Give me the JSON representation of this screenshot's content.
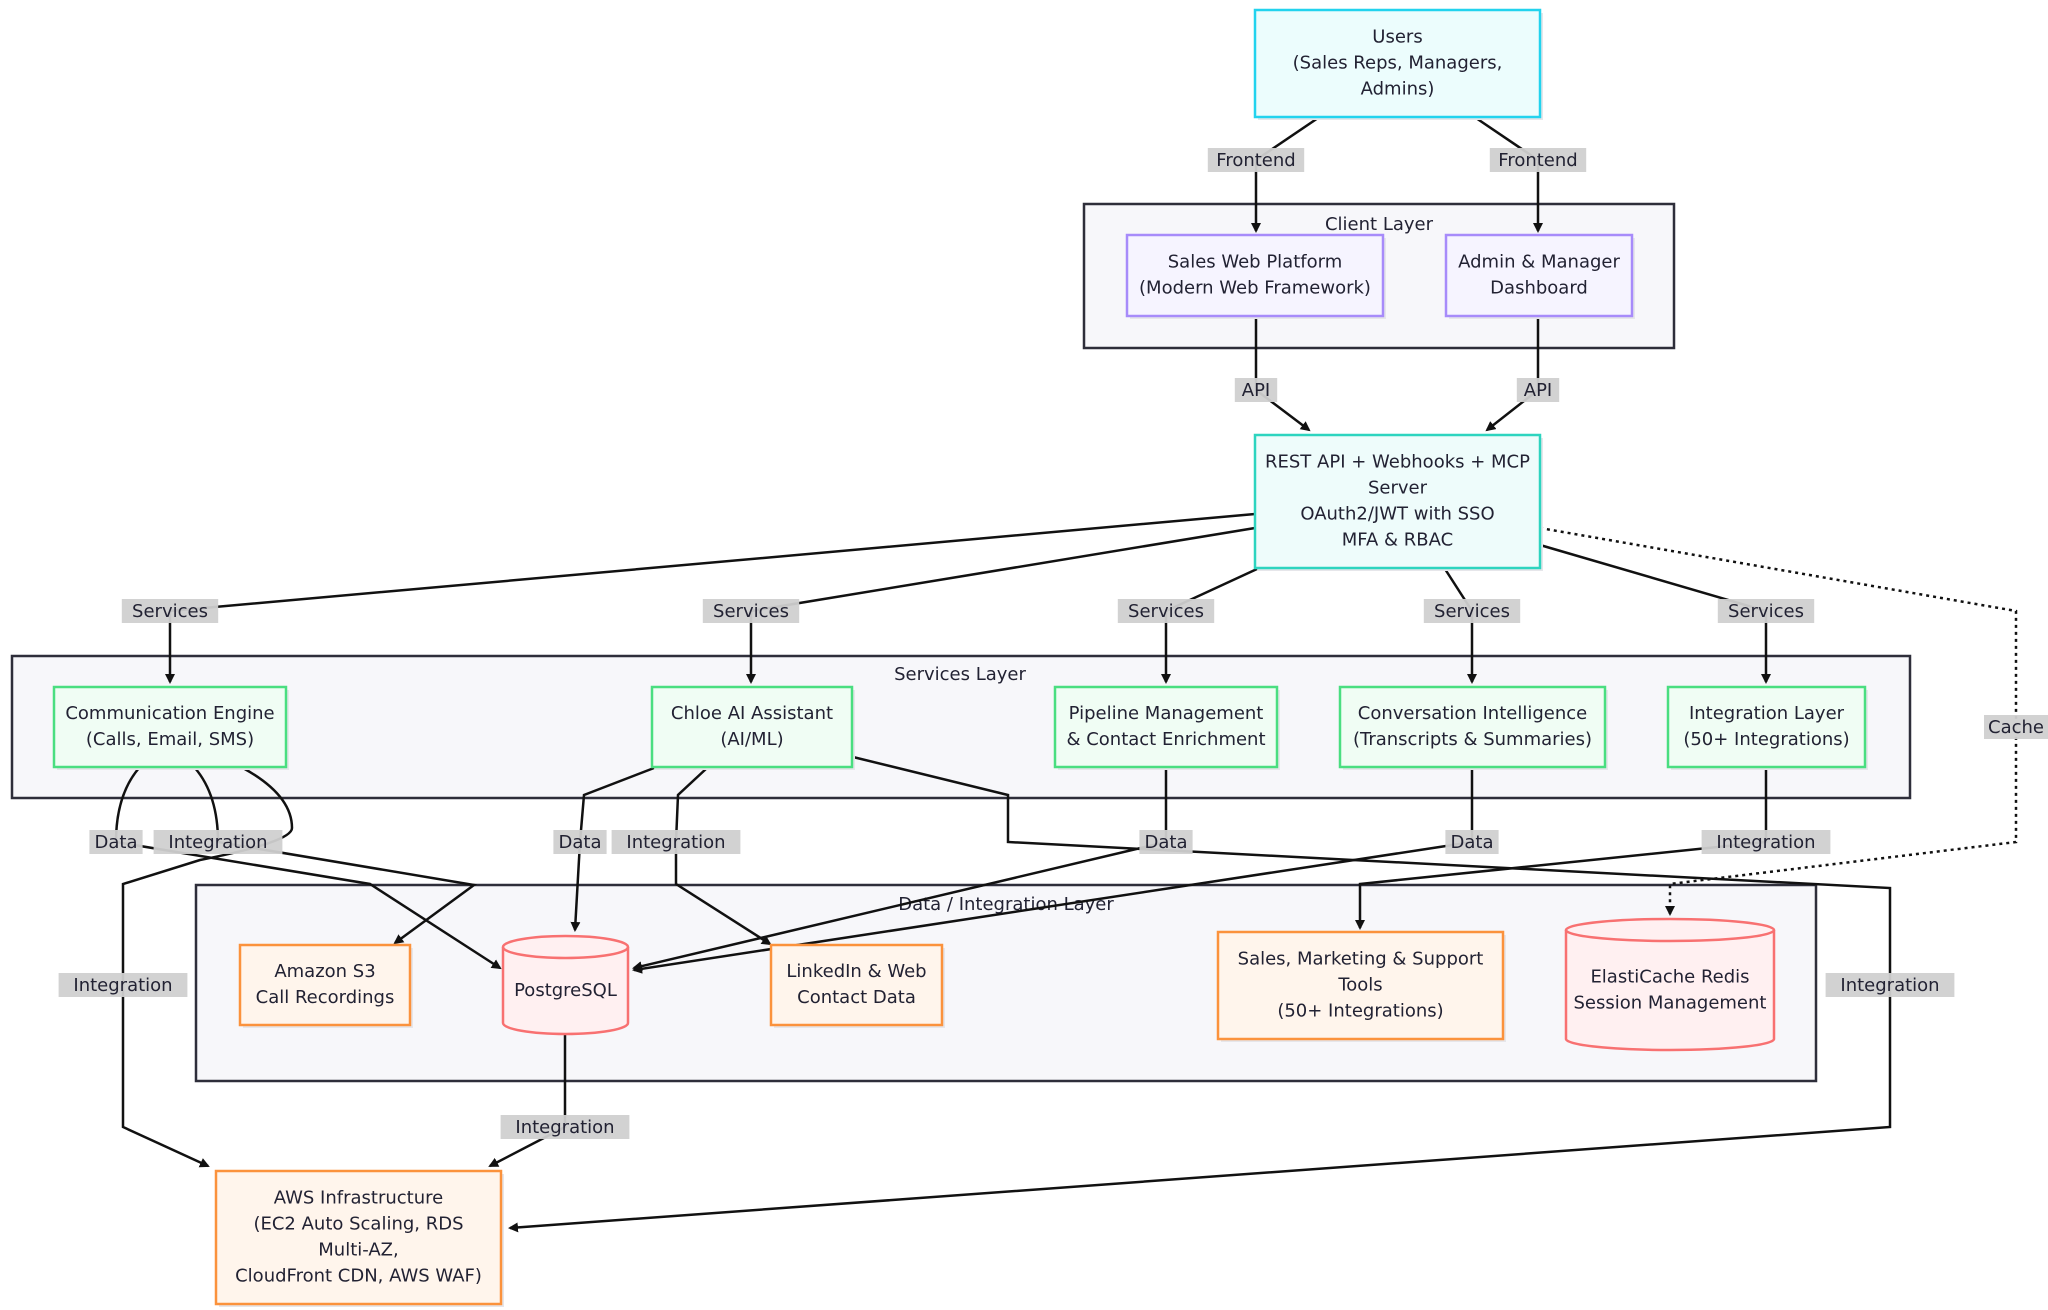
{
  "colors": {
    "cyan_fill": "#ECFDFD",
    "cyan_stroke": "#22D3EE",
    "teal_fill": "#EEFCFB",
    "teal_stroke": "#2DD4BF",
    "purple_fill": "#F6F4FF",
    "purple_stroke": "#A78BFA",
    "green_fill": "#F0FDF4",
    "green_stroke": "#4ADE80",
    "orange_fill": "#FFF5EC",
    "orange_stroke": "#FB923C",
    "red_fill": "#FFF0F1",
    "red_stroke": "#F87171",
    "group_fill": "#F7F7FA",
    "group_stroke": "#2E2E3A",
    "edge": "#111111",
    "label_bg": "#D0D0D0"
  },
  "groups": {
    "client": "Client Layer",
    "services": "Services Layer",
    "data": "Data / Integration Layer"
  },
  "nodes": {
    "users": [
      "Users",
      "(Sales Reps, Managers,",
      "Admins)"
    ],
    "web": [
      "Sales Web Platform",
      "(Modern Web Framework)"
    ],
    "admin": [
      "Admin & Manager",
      "Dashboard"
    ],
    "api": [
      "REST API + Webhooks + MCP",
      "Server",
      "OAuth2/JWT with SSO",
      "MFA & RBAC"
    ],
    "comm": [
      "Communication Engine",
      "(Calls, Email, SMS)"
    ],
    "chloe": [
      "Chloe AI Assistant",
      "(AI/ML)"
    ],
    "pipeline": [
      "Pipeline Management",
      "& Contact Enrichment"
    ],
    "conv": [
      "Conversation Intelligence",
      "(Transcripts & Summaries)"
    ],
    "integ": [
      "Integration Layer",
      "(50+ Integrations)"
    ],
    "s3": [
      "Amazon S3",
      "Call Recordings"
    ],
    "pg": [
      "PostgreSQL"
    ],
    "linkedin": [
      "LinkedIn & Web",
      "Contact Data"
    ],
    "tools": [
      "Sales, Marketing & Support",
      "Tools",
      "(50+ Integrations)"
    ],
    "redis": [
      "ElastiCache Redis",
      "Session Management"
    ],
    "aws": [
      "AWS Infrastructure",
      "(EC2 Auto Scaling, RDS",
      "Multi-AZ,",
      "CloudFront CDN, AWS WAF)"
    ]
  },
  "edges": {
    "users_web": "Frontend",
    "users_admin": "Frontend",
    "web_api": "API",
    "admin_api": "API",
    "api_comm": "Services",
    "api_chloe": "Services",
    "api_pipeline": "Services",
    "api_conv": "Services",
    "api_integ": "Services",
    "api_redis": "Cache",
    "comm_pg": "Data",
    "comm_aws": "Integration",
    "comm_s3": "Integration",
    "chloe_pg": "Data",
    "chloe_linkedin": "Integration",
    "chloe_aws": "Integration",
    "pipeline_pg": "Data",
    "conv_pg": "Data",
    "integ_tools": "Integration",
    "pg_aws": "Integration"
  }
}
